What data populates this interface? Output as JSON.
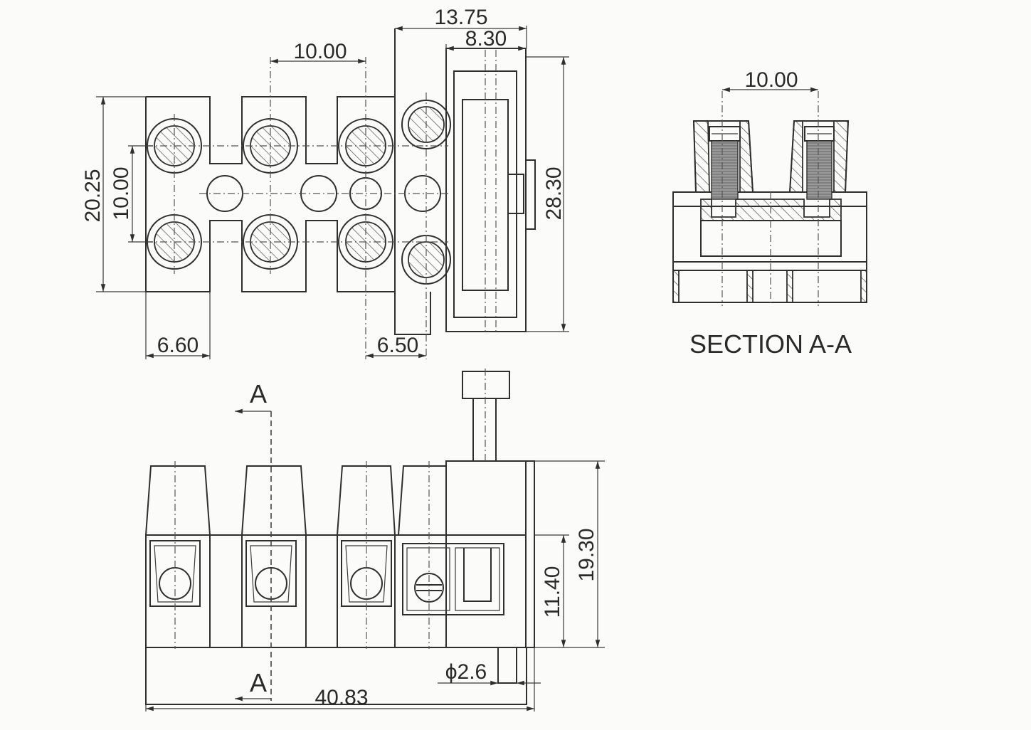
{
  "top_view": {
    "dims": {
      "overall_width": "13.75",
      "slot_width": "8.30",
      "pitch": "10.00",
      "height": "20.25",
      "inner_height": "10.00",
      "tall_height": "28.30",
      "left_offset": "6.60",
      "right_offset": "6.50"
    }
  },
  "section_view": {
    "dim_pitch": "10.00",
    "title": "SECTION A-A"
  },
  "front_view": {
    "section_marker_top": "A",
    "section_marker_bottom": "A",
    "dims": {
      "height": "19.30",
      "body_height": "11.40",
      "pin_diameter": "ϕ2.6",
      "overall_length": "40.83"
    }
  },
  "colors": {
    "line": "#2f2f2f",
    "background": "#fbfbf9"
  }
}
